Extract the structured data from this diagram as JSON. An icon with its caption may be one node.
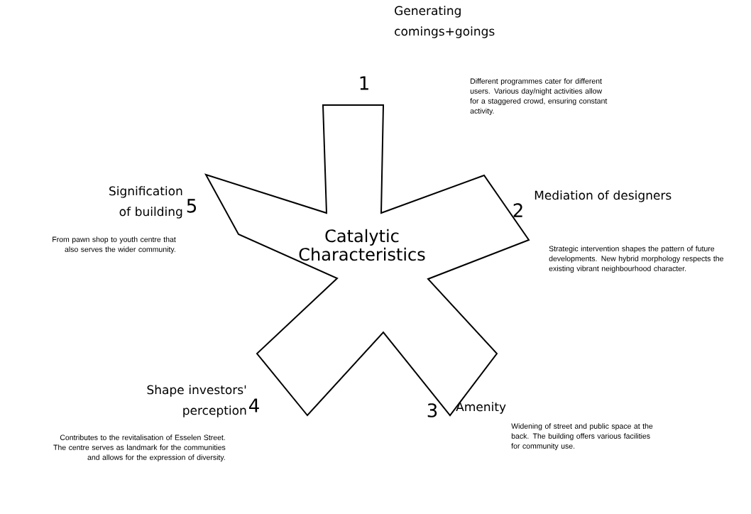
{
  "diagram": {
    "nodes": [
      {
        "text": [
          "Catalytic Characteristics"
        ]
      }
    ],
    "labels": [
      "Generating comings+goings",
      "1",
      "Different programmes cater for different users. Various day/night activities allow for a staggered crowd, ensuring constant activity.",
      "Signification of building",
      "5",
      "From pawn shop to youth centre that also serves the wider community.",
      "2",
      "Mediation of designers",
      "Strategic intervention shapes the pattern of future developments. New hybrid morphology respects the existing vibrant neighbourhood character.",
      "Shape investors' perception",
      "4",
      "Contributes to the revitalisation of Esselen Street. The centre serves as landmark for the communities and allows for the expression of diversity.",
      "3",
      "Amenity",
      "Widening of street and public space at the back. The building offers various facilities for community use."
    ]
  }
}
